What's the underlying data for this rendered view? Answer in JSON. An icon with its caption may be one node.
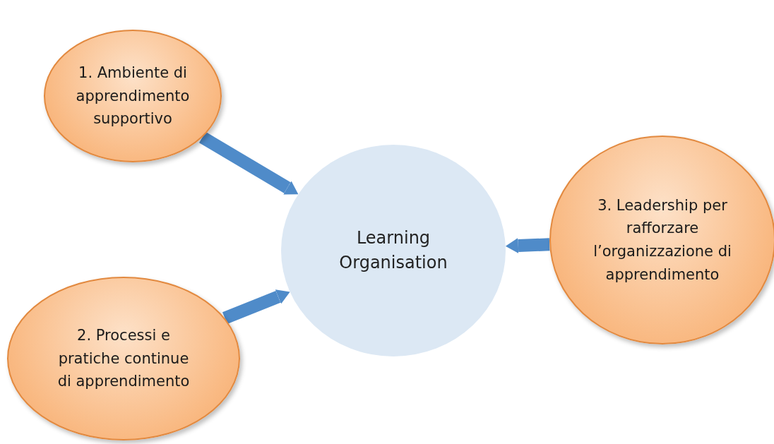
{
  "diagram": {
    "nodes": [
      {
        "text": [
          "1. Ambiente di apprendimento supportivo"
        ]
      },
      {
        "text": [
          "2. Processi e pratiche continue di apprendimento"
        ]
      },
      {
        "text": [
          "3. Leadership per rafforzare l’organizzazione di apprendimento"
        ]
      },
      {
        "text": [
          "Learning Organisation"
        ]
      }
    ],
    "edges": [
      {
        "from": 0,
        "to": 3,
        "arrow": "to"
      },
      {
        "from": 1,
        "to": 3,
        "arrow": "to"
      },
      {
        "from": 2,
        "to": 3,
        "arrow": "to"
      }
    ]
  }
}
